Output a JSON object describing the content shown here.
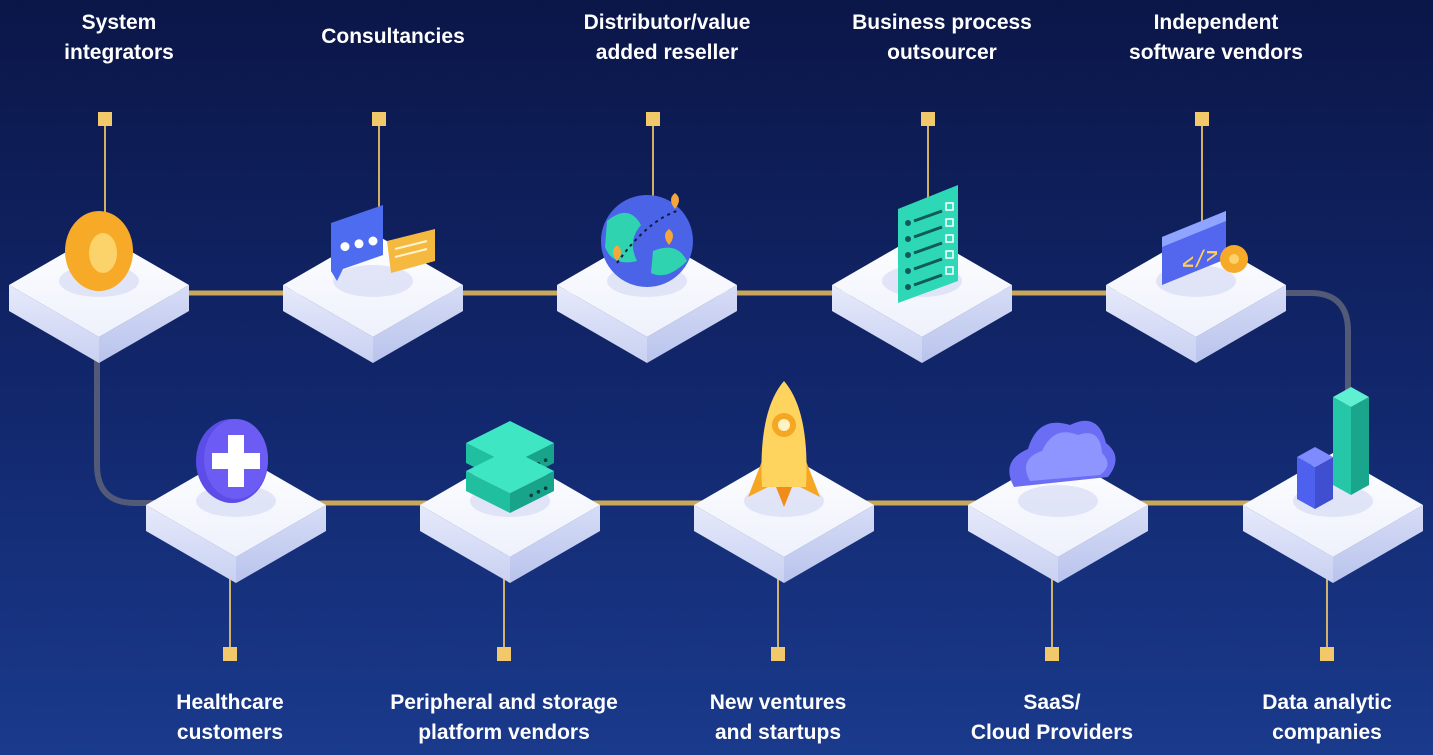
{
  "colors": {
    "connector_gold": "#c9a85a",
    "connector_grey": "#525a78",
    "pin": "#f2c96a",
    "tile_top": "#ffffff",
    "tile_side": "#dbe1f8"
  },
  "top_row": [
    {
      "label": "System\nintegrators",
      "icon": "gear-icon"
    },
    {
      "label": "Consultancies",
      "icon": "chat-bubbles-icon"
    },
    {
      "label": "Distributor/value\nadded reseller",
      "icon": "globe-pins-icon"
    },
    {
      "label": "Business process\noutsourcer",
      "icon": "checklist-icon"
    },
    {
      "label": "Independent\nsoftware vendors",
      "icon": "code-window-icon"
    }
  ],
  "bottom_row": [
    {
      "label": "Healthcare\ncustomers",
      "icon": "medical-cross-icon"
    },
    {
      "label": "Peripheral and storage\nplatform vendors",
      "icon": "server-stack-icon"
    },
    {
      "label": "New ventures\nand startups",
      "icon": "rocket-icon"
    },
    {
      "label": "SaaS/\nCloud Providers",
      "icon": "cloud-icon"
    },
    {
      "label": "Data analytic\ncompanies",
      "icon": "bar-chart-icon"
    }
  ]
}
